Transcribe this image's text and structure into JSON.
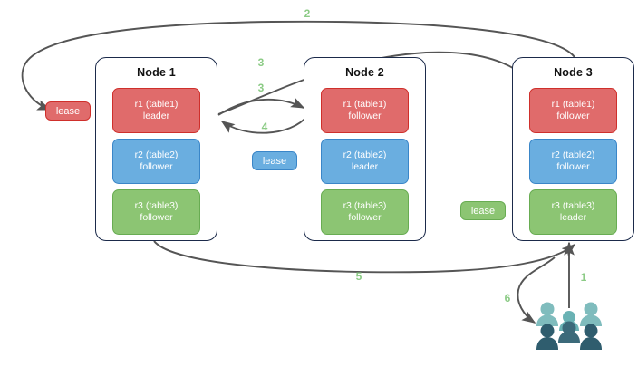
{
  "diagram": {
    "title": "raft-lease-replica-topology",
    "colors": {
      "red": "#e06b6b",
      "red_border": "#cf2f2b",
      "blue": "#6aaee0",
      "blue_border": "#3a86c8",
      "green": "#8cc573",
      "green_border": "#68ac52",
      "node_border": "#1b2a4a",
      "arrow": "#555555",
      "label_green": "#8ccb86",
      "people_light": "#7fbcbd",
      "people_dark": "#2f5d6e"
    }
  },
  "nodes": [
    {
      "id": "node-1",
      "title": "Node 1",
      "replicas": [
        {
          "name": "r1 (table1)",
          "role": "leader",
          "color": "red"
        },
        {
          "name": "r2 (table2)",
          "role": "follower",
          "color": "blue"
        },
        {
          "name": "r3 (table3)",
          "role": "follower",
          "color": "green"
        }
      ]
    },
    {
      "id": "node-2",
      "title": "Node 2",
      "replicas": [
        {
          "name": "r1 (table1)",
          "role": "follower",
          "color": "red"
        },
        {
          "name": "r2 (table2)",
          "role": "leader",
          "color": "blue"
        },
        {
          "name": "r3 (table3)",
          "role": "follower",
          "color": "green"
        }
      ]
    },
    {
      "id": "node-3",
      "title": "Node 3",
      "replicas": [
        {
          "name": "r1 (table1)",
          "role": "follower",
          "color": "red"
        },
        {
          "name": "r2 (table2)",
          "role": "follower",
          "color": "blue"
        },
        {
          "name": "r3 (table3)",
          "role": "leader",
          "color": "green"
        }
      ]
    }
  ],
  "leases": [
    {
      "id": "lease-red",
      "label": "lease",
      "color": "red"
    },
    {
      "id": "lease-blue",
      "label": "lease",
      "color": "blue"
    },
    {
      "id": "lease-green",
      "label": "lease",
      "color": "green"
    }
  ],
  "step_labels": [
    {
      "id": "step-1",
      "text": "1"
    },
    {
      "id": "step-2",
      "text": "2"
    },
    {
      "id": "step-3a",
      "text": "3"
    },
    {
      "id": "step-3b",
      "text": "3"
    },
    {
      "id": "step-4",
      "text": "4"
    },
    {
      "id": "step-5",
      "text": "5"
    },
    {
      "id": "step-6",
      "text": "6"
    }
  ],
  "actor": {
    "id": "clients",
    "icon": "people-group-icon"
  }
}
